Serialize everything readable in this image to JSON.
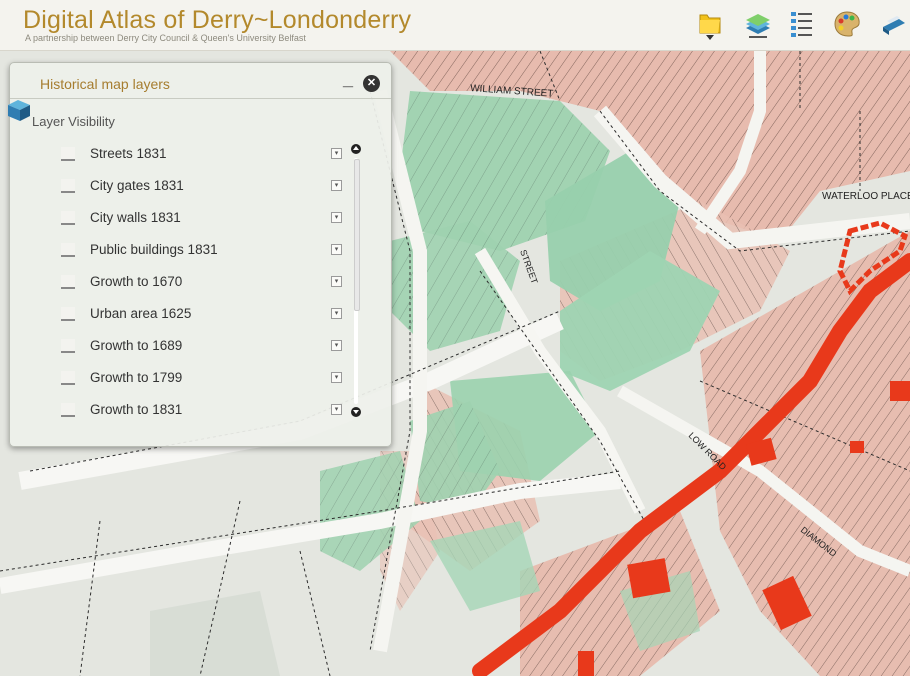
{
  "app": {
    "title": "Digital Atlas of Derry~Londonderry",
    "subtitle": "A partnership between Derry City Council & Queen's University Belfast"
  },
  "toolbar": {
    "tools": [
      {
        "name": "bookmark-tool",
        "icon": "folder-pin-icon"
      },
      {
        "name": "layers-tool",
        "icon": "layers-stack-icon"
      },
      {
        "name": "legend-tool",
        "icon": "list-legend-icon"
      },
      {
        "name": "palette-tool",
        "icon": "palette-icon"
      },
      {
        "name": "print-tool",
        "icon": "printer-icon"
      }
    ]
  },
  "panel": {
    "title": "Historical map layers",
    "minimize_symbol": "_",
    "close_symbol": "✕",
    "visibility_label": "Layer Visibility",
    "layers": [
      {
        "label": "Streets 1831"
      },
      {
        "label": "City gates 1831"
      },
      {
        "label": "City walls 1831"
      },
      {
        "label": "Public buildings 1831"
      },
      {
        "label": "Growth to 1670"
      },
      {
        "label": "Urban area 1625"
      },
      {
        "label": "Growth to 1689"
      },
      {
        "label": "Growth to 1799"
      },
      {
        "label": "Growth to 1831"
      }
    ],
    "expand_symbol": "▾"
  },
  "map": {
    "street_labels": [
      {
        "name": "street-label-william-street",
        "text": "WILLIAM STREET"
      },
      {
        "name": "street-label-waterloo-place",
        "text": "WATERLOO PLACE"
      },
      {
        "name": "street-label-lower-road",
        "text": "LOW ROAD"
      },
      {
        "name": "street-label-diamond",
        "text": "DIAMOND"
      },
      {
        "name": "street-label-vertical",
        "text": "STREET"
      }
    ]
  },
  "colors": {
    "title_gold": "#b3892c",
    "wall_red": "#e8391b",
    "growth_green": "#9fd2b0",
    "building_pink": "#e6b4a7"
  }
}
